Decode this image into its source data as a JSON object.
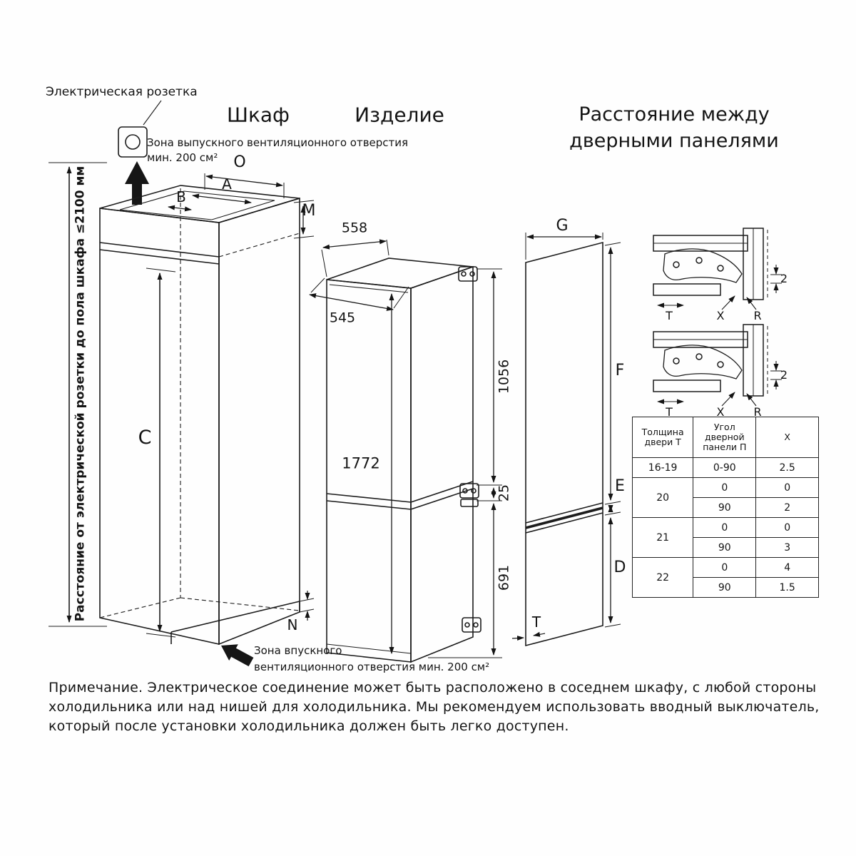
{
  "labels": {
    "socket": "Электрическая розетка",
    "header_cabinet": "Шкаф",
    "header_product": "Изделие",
    "header_doors_1": "Расстояние между",
    "header_doors_2": "дверными панелями",
    "vent_top_1": "Зона выпускного вентиляционного отверстия",
    "vent_top_2": "мин. 200 см²",
    "left_vertical": "Расстояние от электрической розетки до пола шкафа ≤2100 мм",
    "vent_bottom_1": "Зона впускного",
    "vent_bottom_2": "вентиляционного отверстия мин. 200 см²"
  },
  "dims": {
    "o": "O",
    "a": "A",
    "b": "B",
    "m": "M",
    "c": "C",
    "n": "N",
    "w558": "558",
    "d545": "545",
    "h1772": "1772",
    "h1056": "1056",
    "g25": "25",
    "h691": "691",
    "g": "G",
    "f": "F",
    "e": "E",
    "d": "D",
    "t": "T",
    "gap2": "2",
    "ht": "T",
    "hx": "X",
    "hr": "R"
  },
  "table": {
    "headers": [
      "Толщина двери T",
      "Угол дверной панели П",
      "X"
    ],
    "rows": [
      {
        "t": "16-19",
        "sub": [
          {
            "p": "0-90",
            "x": "2.5"
          }
        ]
      },
      {
        "t": "20",
        "sub": [
          {
            "p": "0",
            "x": "0"
          },
          {
            "p": "90",
            "x": "2"
          }
        ]
      },
      {
        "t": "21",
        "sub": [
          {
            "p": "0",
            "x": "0"
          },
          {
            "p": "90",
            "x": "3"
          }
        ]
      },
      {
        "t": "22",
        "sub": [
          {
            "p": "0",
            "x": "4"
          },
          {
            "p": "90",
            "x": "1.5"
          }
        ]
      }
    ]
  },
  "note": {
    "line1": "Примечание. Электрическое соединение может быть расположено в соседнем шкафу, с любой стороны",
    "line2": "холодильника или над нишей для холодильника. Мы рекомендуем использовать вводный выключатель,",
    "line3": "который после установки холодильника должен быть легко доступен."
  }
}
